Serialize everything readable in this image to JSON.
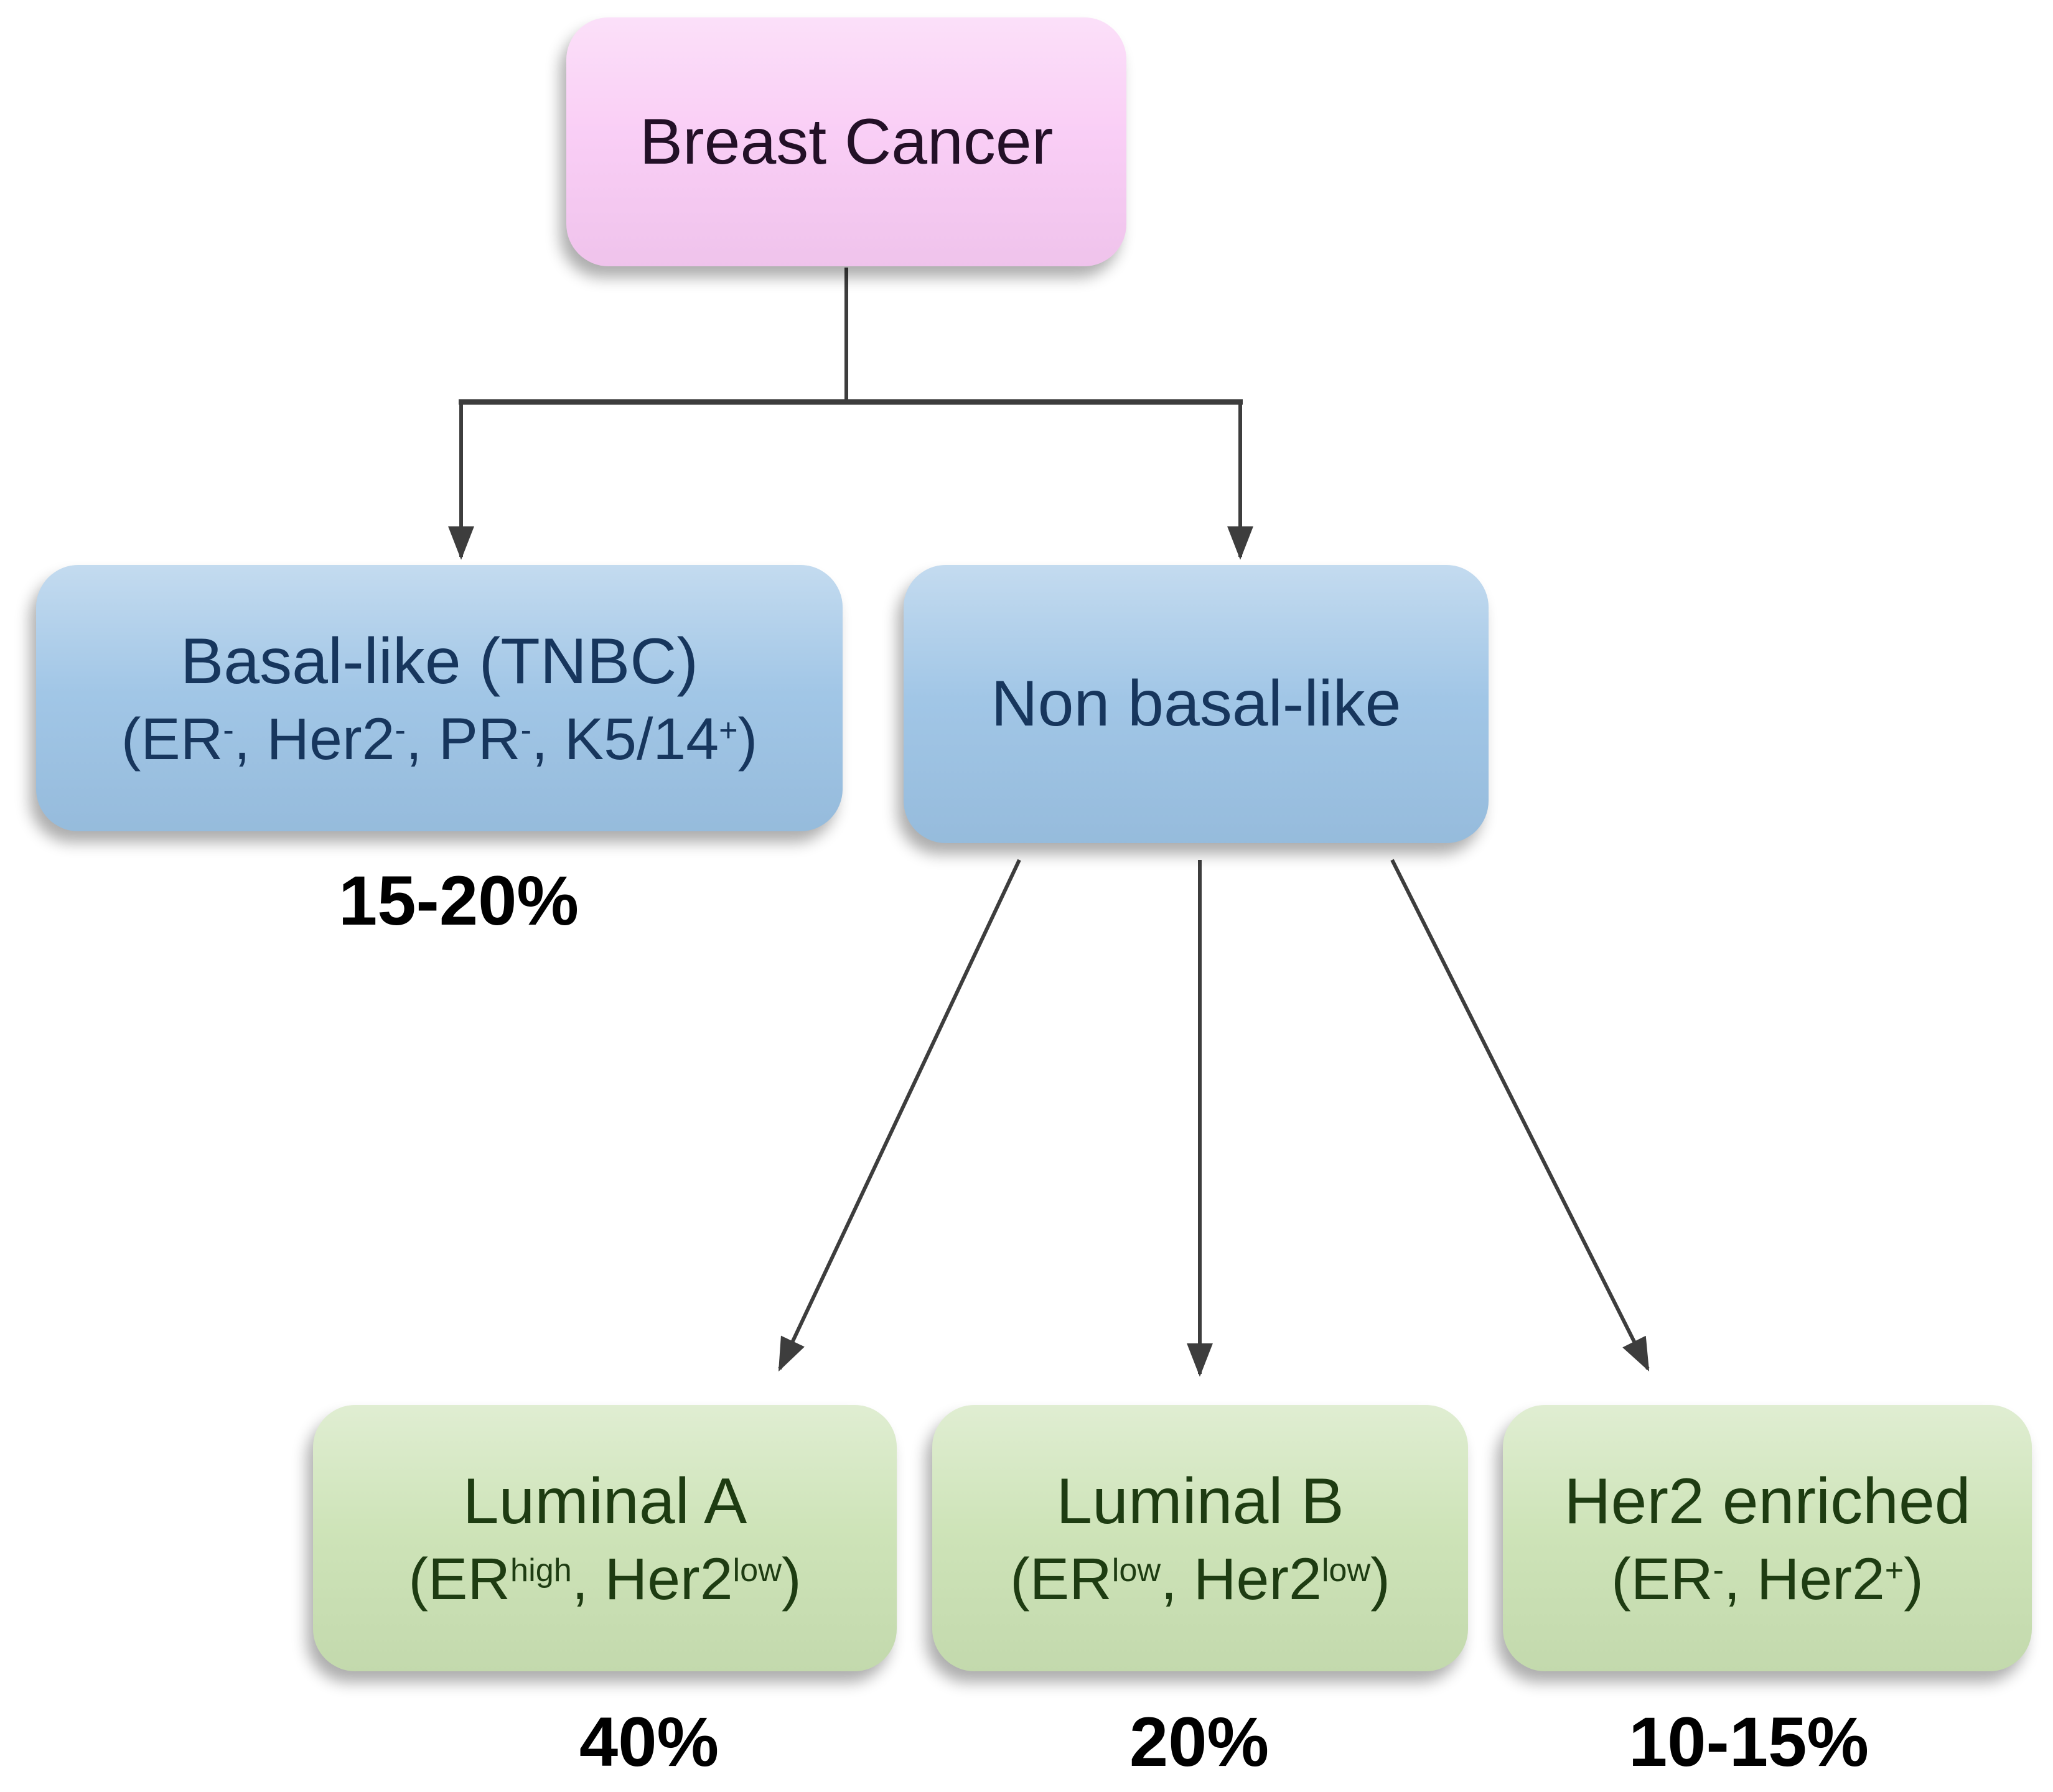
{
  "diagram": {
    "root": {
      "label": "Breast Cancer"
    },
    "branches": [
      {
        "title": "Basal-like (TNBC)",
        "subtitle_parts": [
          [
            "(ER",
            0
          ],
          [
            "-",
            1
          ],
          [
            ", Her2",
            0
          ],
          [
            "-",
            1
          ],
          [
            ", PR",
            0
          ],
          [
            "-",
            1
          ],
          [
            ", K5/14",
            0
          ],
          [
            "+",
            1
          ],
          [
            ")",
            0
          ]
        ],
        "percent": "15-20%"
      },
      {
        "title": "Non basal-like"
      }
    ],
    "leaves": [
      {
        "title": "Luminal A",
        "subtitle_parts": [
          [
            "(ER",
            0
          ],
          [
            "high",
            1
          ],
          [
            ", Her2",
            0
          ],
          [
            "low",
            1
          ],
          [
            ")",
            0
          ]
        ],
        "percent": "40%"
      },
      {
        "title": "Luminal B",
        "subtitle_parts": [
          [
            "(ER",
            0
          ],
          [
            "low",
            1
          ],
          [
            ", Her2",
            0
          ],
          [
            "low",
            1
          ],
          [
            ")",
            0
          ]
        ],
        "percent": "20%"
      },
      {
        "title": "Her2 enriched",
        "subtitle_parts": [
          [
            "(ER",
            0
          ],
          [
            "-",
            1
          ],
          [
            ", Her2",
            0
          ],
          [
            "+",
            1
          ],
          [
            ")",
            0
          ]
        ],
        "percent": "10-15%"
      }
    ],
    "colors": {
      "root_fill": "#f9cbf5",
      "branch_fill": "#9cc3e5",
      "leaf_fill": "#cbe2b4",
      "root_text": "#231027",
      "branch_text": "#17365d",
      "leaf_text": "#1e3c12",
      "connector": "#3d3d3d",
      "percent_text": "#000000"
    }
  }
}
